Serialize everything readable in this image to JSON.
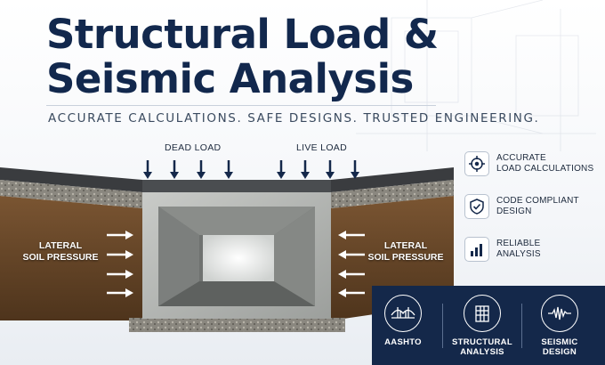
{
  "title_line1": "Structural Load &",
  "title_line2": "Seismic Analysis",
  "tagline": "ACCURATE CALCULATIONS.  SAFE DESIGNS.  TRUSTED ENGINEERING.",
  "loads": {
    "dead": "DEAD LOAD",
    "live": "LIVE LOAD"
  },
  "lateral": {
    "line1": "LATERAL",
    "line2": "SOIL PRESSURE"
  },
  "features": [
    {
      "line1": "ACCURATE",
      "line2": "LOAD CALCULATIONS",
      "icon": "crosshair-icon"
    },
    {
      "line1": "CODE COMPLIANT",
      "line2": "DESIGN",
      "icon": "shield-check-icon"
    },
    {
      "line1": "RELIABLE",
      "line2": "ANALYSIS",
      "icon": "bar-chart-icon"
    }
  ],
  "badges": [
    {
      "line1": "AASHTO",
      "line2": "",
      "icon": "bridge-icon"
    },
    {
      "line1": "STRUCTURAL",
      "line2": "ANALYSIS",
      "icon": "building-icon"
    },
    {
      "line1": "SEISMIC",
      "line2": "DESIGN",
      "icon": "seismograph-icon"
    }
  ],
  "colors": {
    "navy": "#12284d",
    "soil": "#6b4a2a",
    "concrete": "#b7b9b6",
    "footer": "#14284a"
  }
}
